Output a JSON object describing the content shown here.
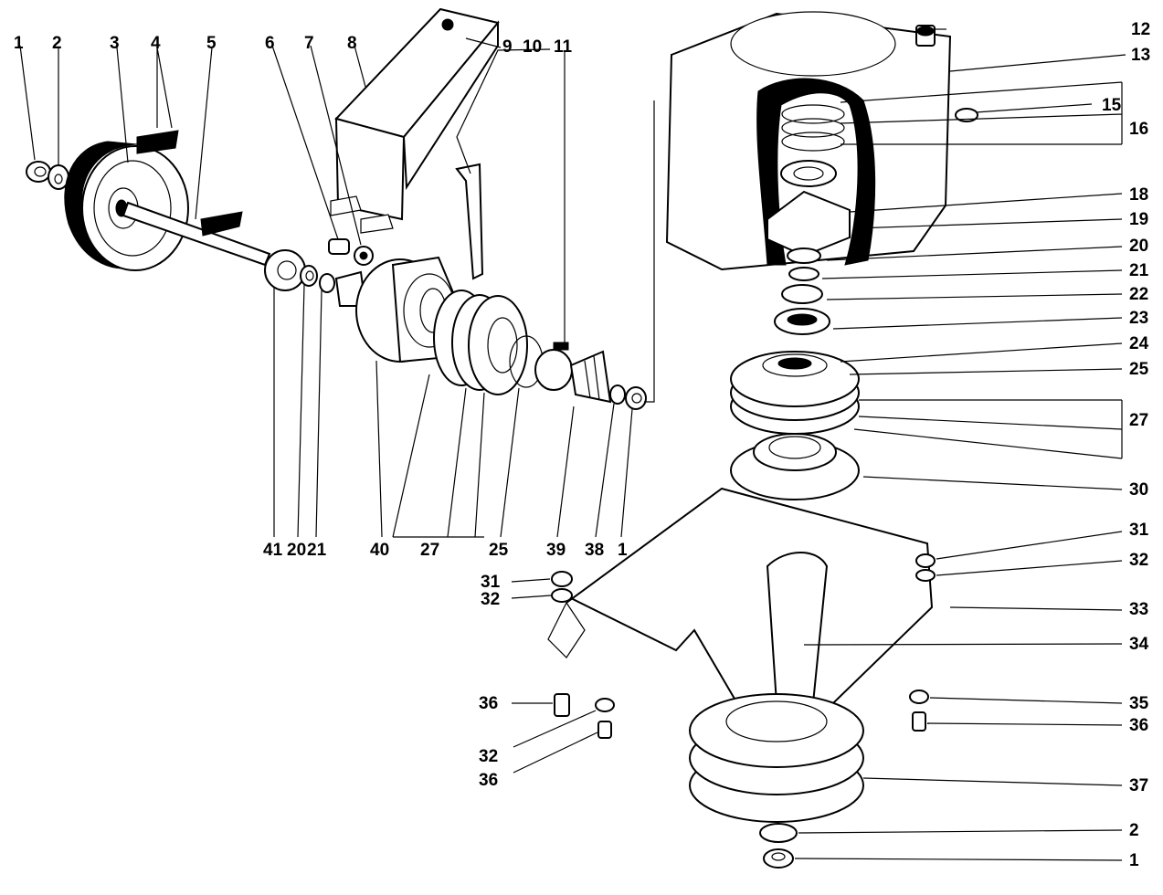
{
  "diagram": {
    "colors": {
      "ink": "#000000",
      "paper": "#ffffff"
    },
    "callouts": {
      "c1a": "1",
      "c2a": "2",
      "c3": "3",
      "c4": "4",
      "c5": "5",
      "c6": "6",
      "c7": "7",
      "c8": "8",
      "c9": "9",
      "c10": "10",
      "c11": "11",
      "c12": "12",
      "c13": "13",
      "c15": "15",
      "c16": "16",
      "c18": "18",
      "c19": "19",
      "c20a": "20",
      "c21a": "21",
      "c22": "22",
      "c23": "23",
      "c24": "24",
      "c25a": "25",
      "c27a": "27",
      "c30": "30",
      "c31a": "31",
      "c32a": "32",
      "c33": "33",
      "c34": "34",
      "c35": "35",
      "c36a": "36",
      "c37": "37",
      "c2b": "2",
      "c1b": "1",
      "c41": "41",
      "c20b": "20",
      "c21b": "21",
      "c40": "40",
      "c27b": "27",
      "c25b": "25",
      "c39": "39",
      "c38": "38",
      "c1c": "1",
      "c31b": "31",
      "c32b": "32",
      "c36b": "36",
      "c32c": "32",
      "c36c": "36"
    }
  }
}
